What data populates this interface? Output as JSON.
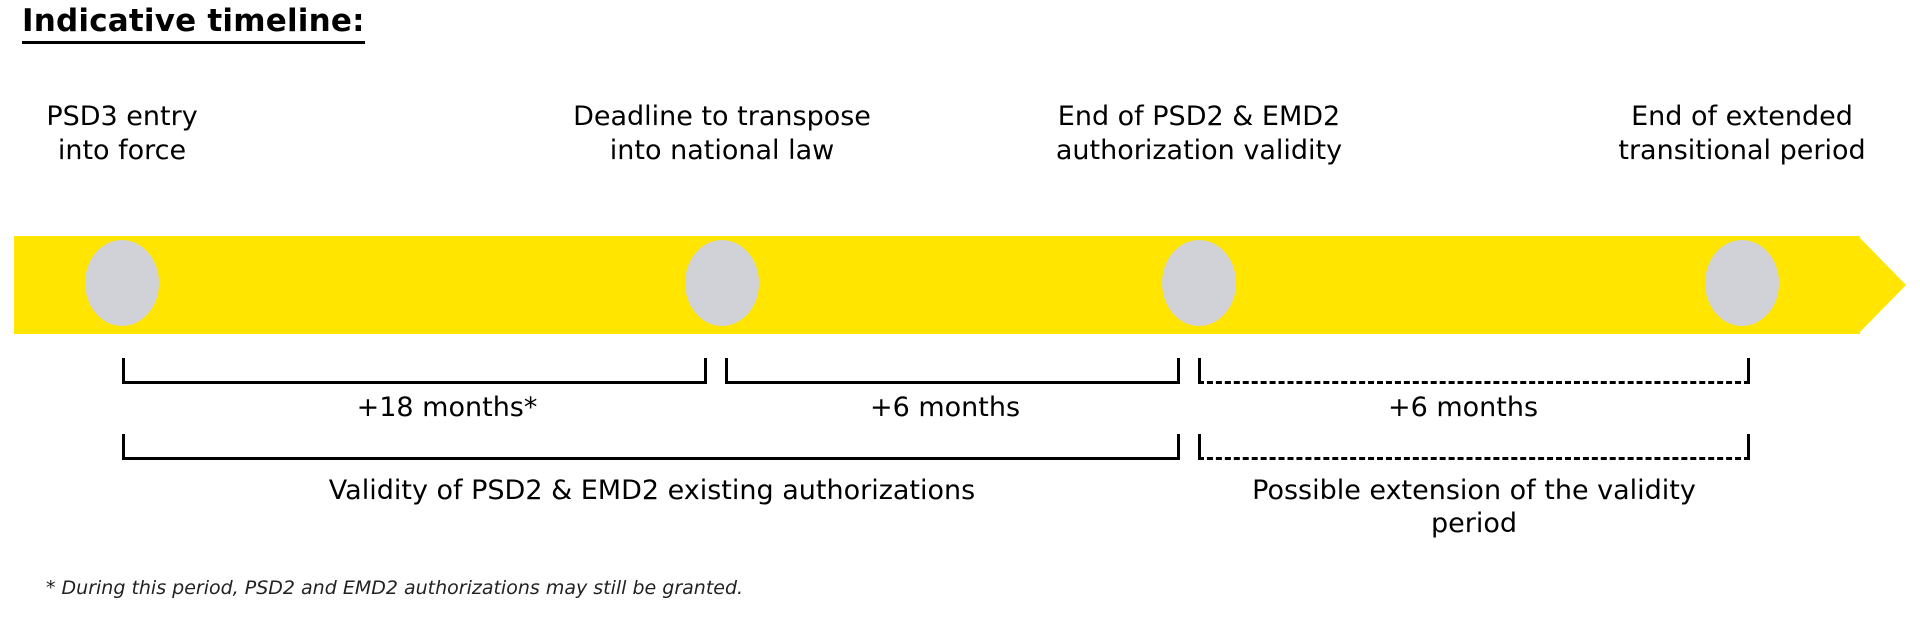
{
  "title": "Indicative timeline:",
  "colors": {
    "timeline_bar": "#FFE500",
    "milestone_dot": "#D0D2D8",
    "text": "#000000",
    "background": "#FFFFFF"
  },
  "milestones": [
    {
      "id": "psd3-entry-into-force",
      "line1": "PSD3 entry",
      "line2": "into force"
    },
    {
      "id": "deadline-transpose",
      "line1": "Deadline to transpose",
      "line2": "into national law"
    },
    {
      "id": "end-psd2-emd2-authorization",
      "line1": "End of PSD2 & EMD2",
      "line2": "authorization validity"
    },
    {
      "id": "end-extended-transitional",
      "line1": "End of extended",
      "line2": "transitional period"
    }
  ],
  "duration_brackets": [
    {
      "id": "plus-18-months",
      "label": "+18 months*",
      "style": "solid"
    },
    {
      "id": "plus-6-months-validity",
      "label": "+6 months",
      "style": "solid"
    },
    {
      "id": "plus-6-months-extension",
      "label": "+6 months",
      "style": "dashed"
    }
  ],
  "period_brackets": [
    {
      "id": "validity-existing-authorizations",
      "line1": "Validity of PSD2 & EMD2 existing authorizations",
      "line2": "",
      "style": "solid"
    },
    {
      "id": "possible-extension-validity",
      "line1": "Possible extension of the validity",
      "line2": "period",
      "style": "dashed"
    }
  ],
  "footnote": "* During this period, PSD2 and EMD2 authorizations may still be granted."
}
